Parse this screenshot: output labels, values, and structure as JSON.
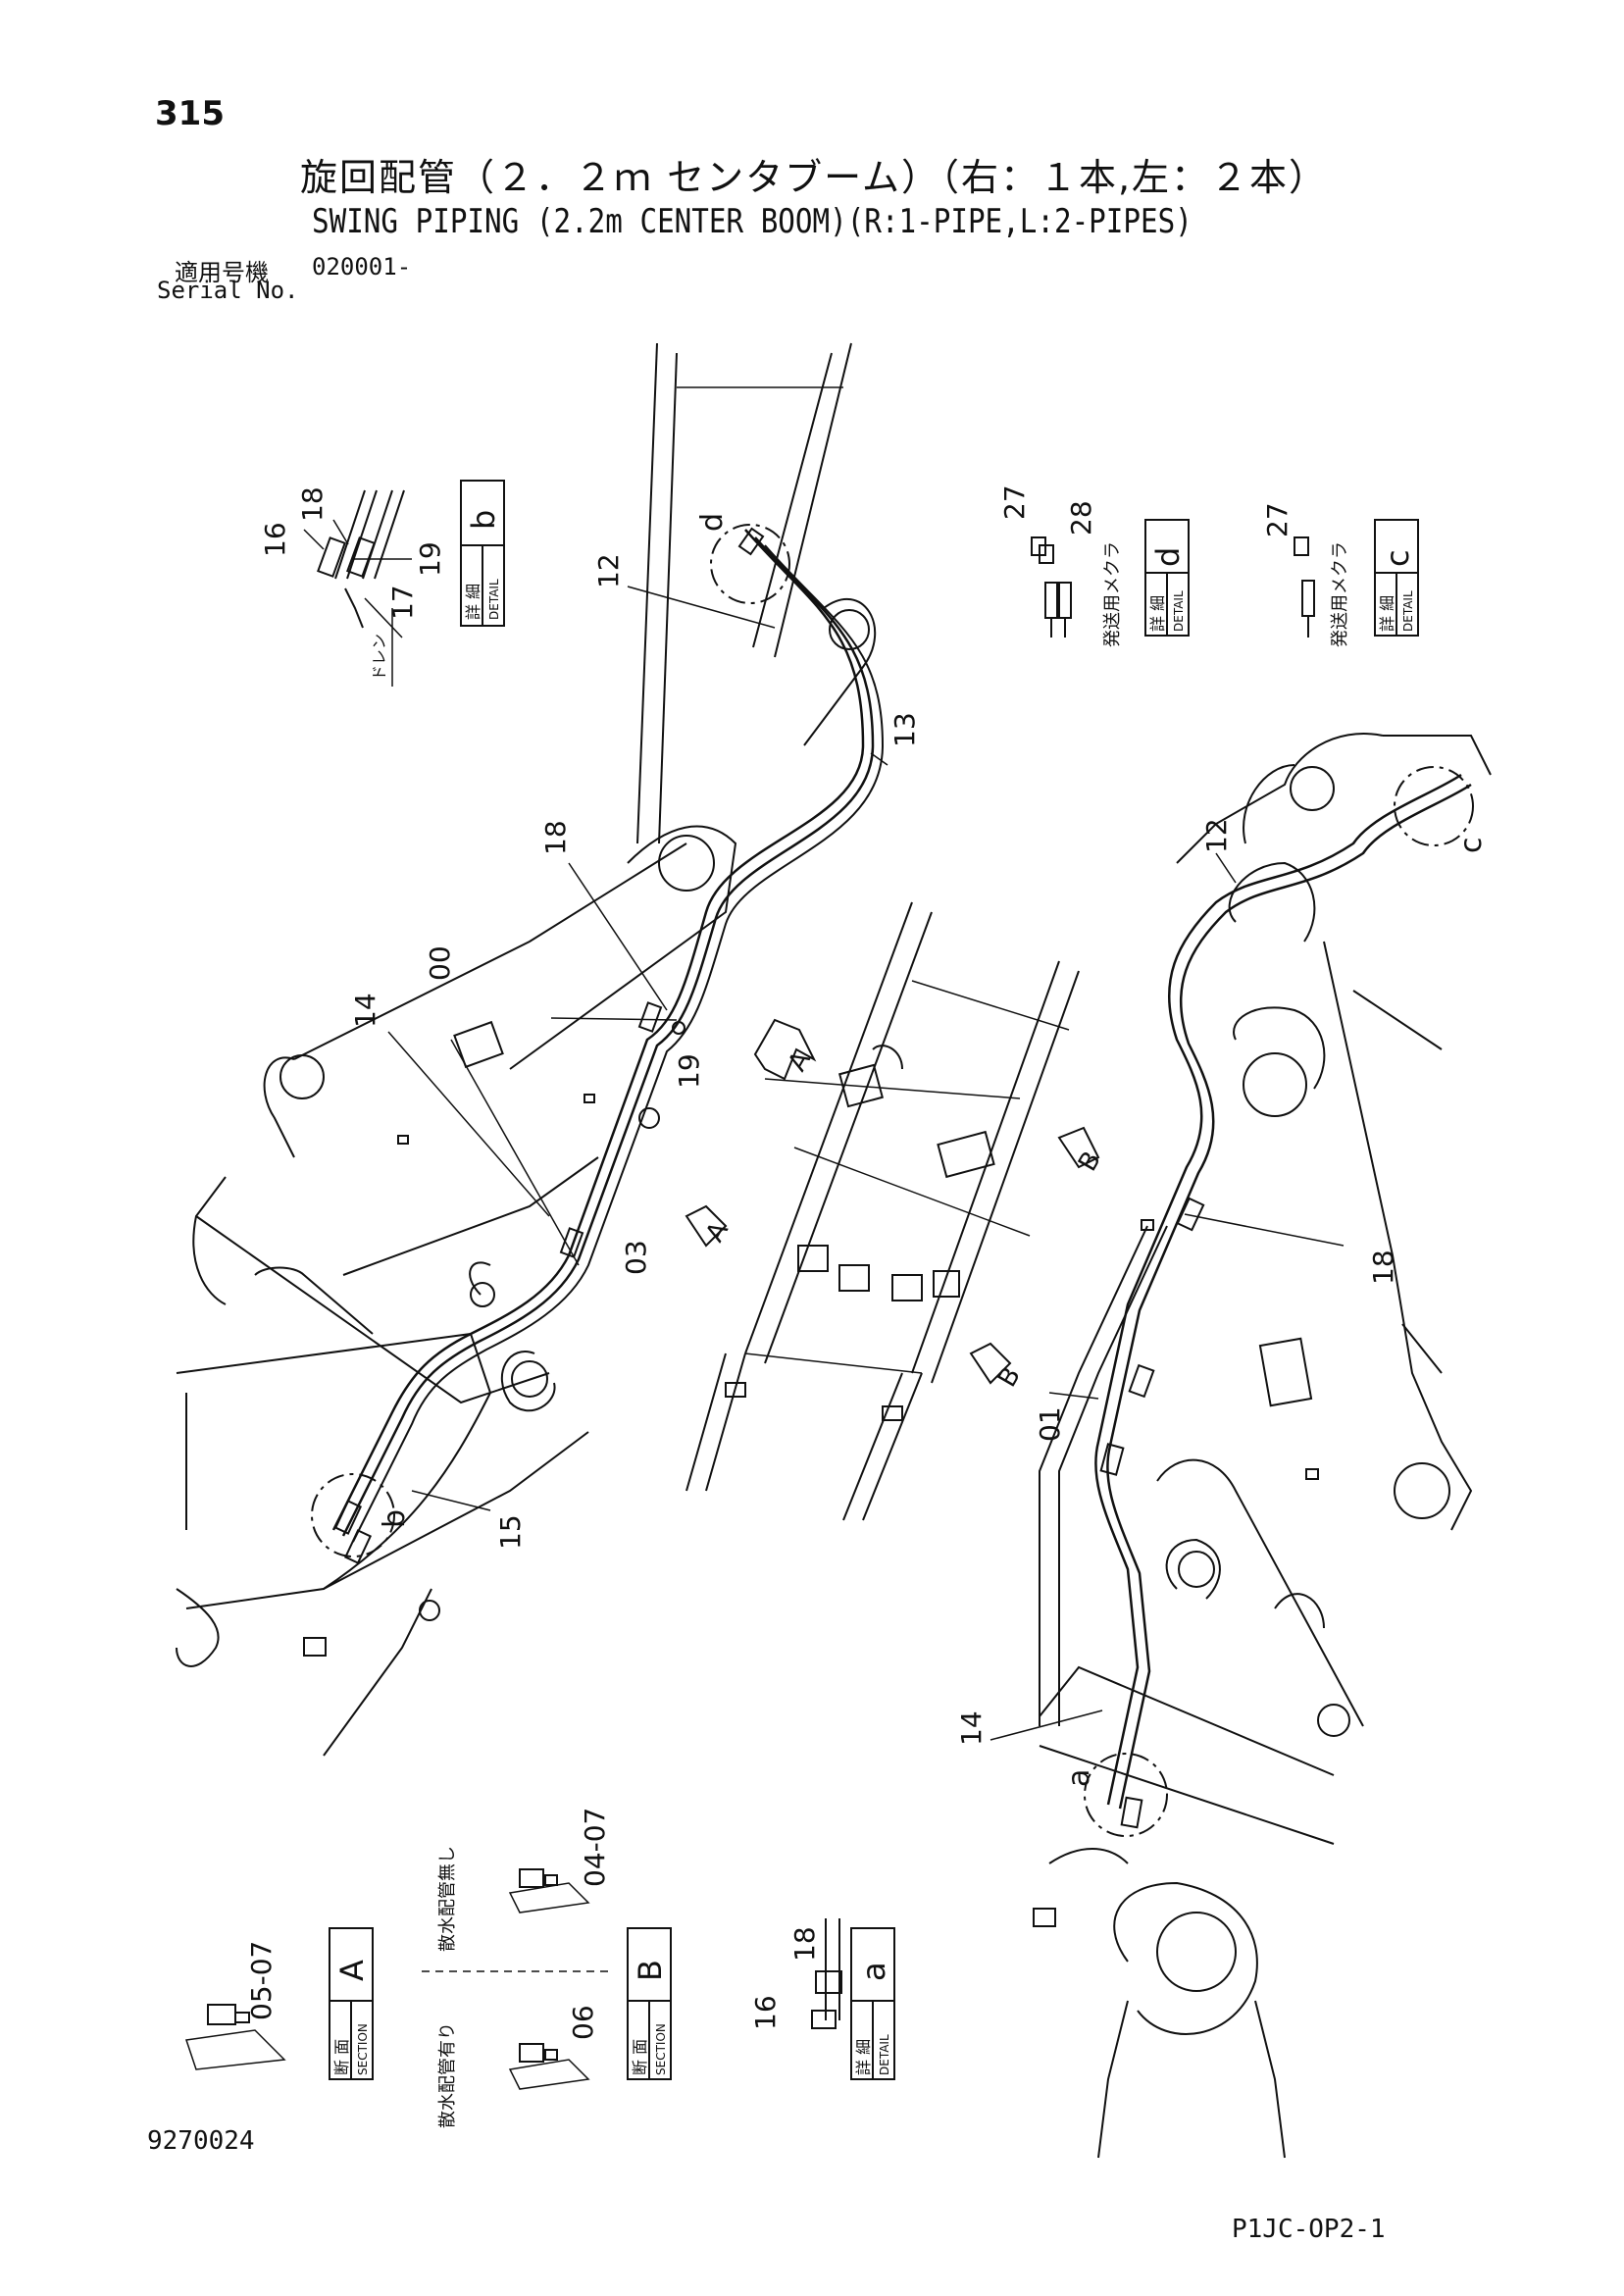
{
  "header": {
    "page_number": "315",
    "title_jp": "旋回配管（２．２ｍ センタブーム）（右：１本,左：２本）",
    "title_en": "SWING PIPING (2.2m CENTER BOOM)(R:1-PIPE,L:2-PIPES)",
    "serial_label_jp": "適用号機",
    "serial_value": "020001-",
    "serial_label_en": "Serial No."
  },
  "footer": {
    "document_number": "9270024",
    "page_reference": "P1JC-OP2-1"
  },
  "callouts": {
    "c00": "00",
    "c01": "01",
    "c03": "03",
    "c12a": "12",
    "c12b": "12",
    "c13": "13",
    "c14a": "14",
    "c14b": "14",
    "c15": "15",
    "c16a": "16",
    "c16b": "16",
    "c17": "17",
    "c18a": "18",
    "c18b": "18",
    "c18c": "18",
    "c18d": "18",
    "c19a": "19",
    "c19b": "19",
    "c27a": "27",
    "c27b": "27",
    "c28": "28",
    "c04_07": "04-07",
    "c05_07": "05-07",
    "c06": "06"
  },
  "detail_marks": {
    "a": "a",
    "b": "b",
    "c": "c",
    "d": "d",
    "A1": "A",
    "A2": "A",
    "B1": "B",
    "B2": "B"
  },
  "label_boxes": {
    "detail_b": {
      "jp": "詳 細",
      "en": "DETAIL",
      "letter": "b"
    },
    "detail_d": {
      "jp": "詳 細",
      "en": "DETAIL",
      "letter": "d"
    },
    "detail_c": {
      "jp": "詳 細",
      "en": "DETAIL",
      "letter": "c"
    },
    "detail_a": {
      "jp": "詳 細",
      "en": "DETAIL",
      "letter": "a"
    },
    "section_A": {
      "jp": "断 面",
      "en": "SECTION",
      "letter": "A"
    },
    "section_B": {
      "jp": "断 面",
      "en": "SECTION",
      "letter": "B"
    }
  },
  "notes": {
    "drain": "ドレン",
    "shipping_clamp": "発送用メクラ",
    "water_pipe_none": "散水配管無し",
    "water_pipe_with": "散水配管有り"
  }
}
